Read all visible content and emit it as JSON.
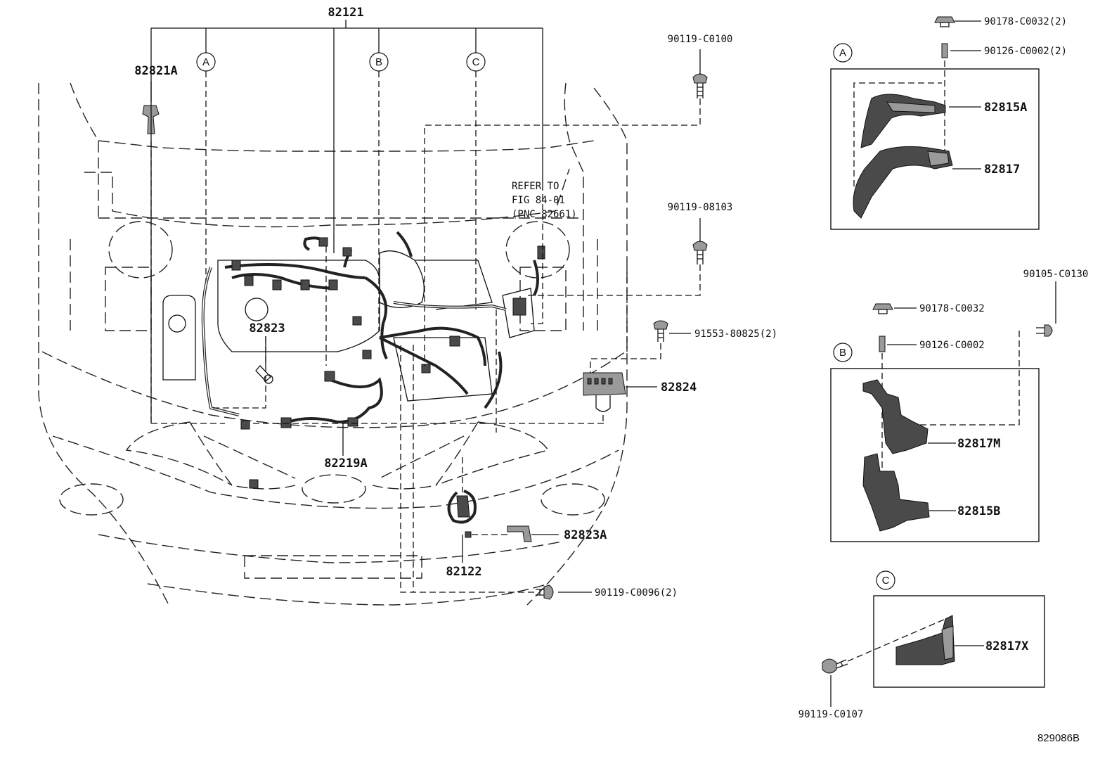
{
  "diagram": {
    "callouts": {
      "c82121": "82121",
      "c82821A": "82821A",
      "c82823": "82823",
      "c82219A": "82219A",
      "c82824": "82824",
      "c82823A": "82823A",
      "c82122": "82122",
      "c90119_C0100": "90119-C0100",
      "c90119_08103": "90119-08103",
      "c91553_80825": "91553-80825(2)",
      "c90119_C0096": "90119-C0096(2)"
    },
    "section_markers": {
      "a": "A",
      "b": "B",
      "c": "C"
    },
    "refer_note": {
      "line1": "REFER TO",
      "line2": "FIG 84-01",
      "line3": "(PNC 82661)"
    },
    "detail_a": {
      "marker": "A",
      "c90178": "90178-C0032(2)",
      "c90126": "90126-C0002(2)",
      "c82815A": "82815A",
      "c82817": "82817"
    },
    "detail_b": {
      "marker": "B",
      "c90105": "90105-C0130",
      "c90178": "90178-C0032",
      "c90126": "90126-C0002",
      "c82817M": "82817M",
      "c82815B": "82815B"
    },
    "detail_c": {
      "marker": "C",
      "c82817X": "82817X",
      "c90119": "90119-C0107"
    },
    "figure_id": "829086B"
  }
}
